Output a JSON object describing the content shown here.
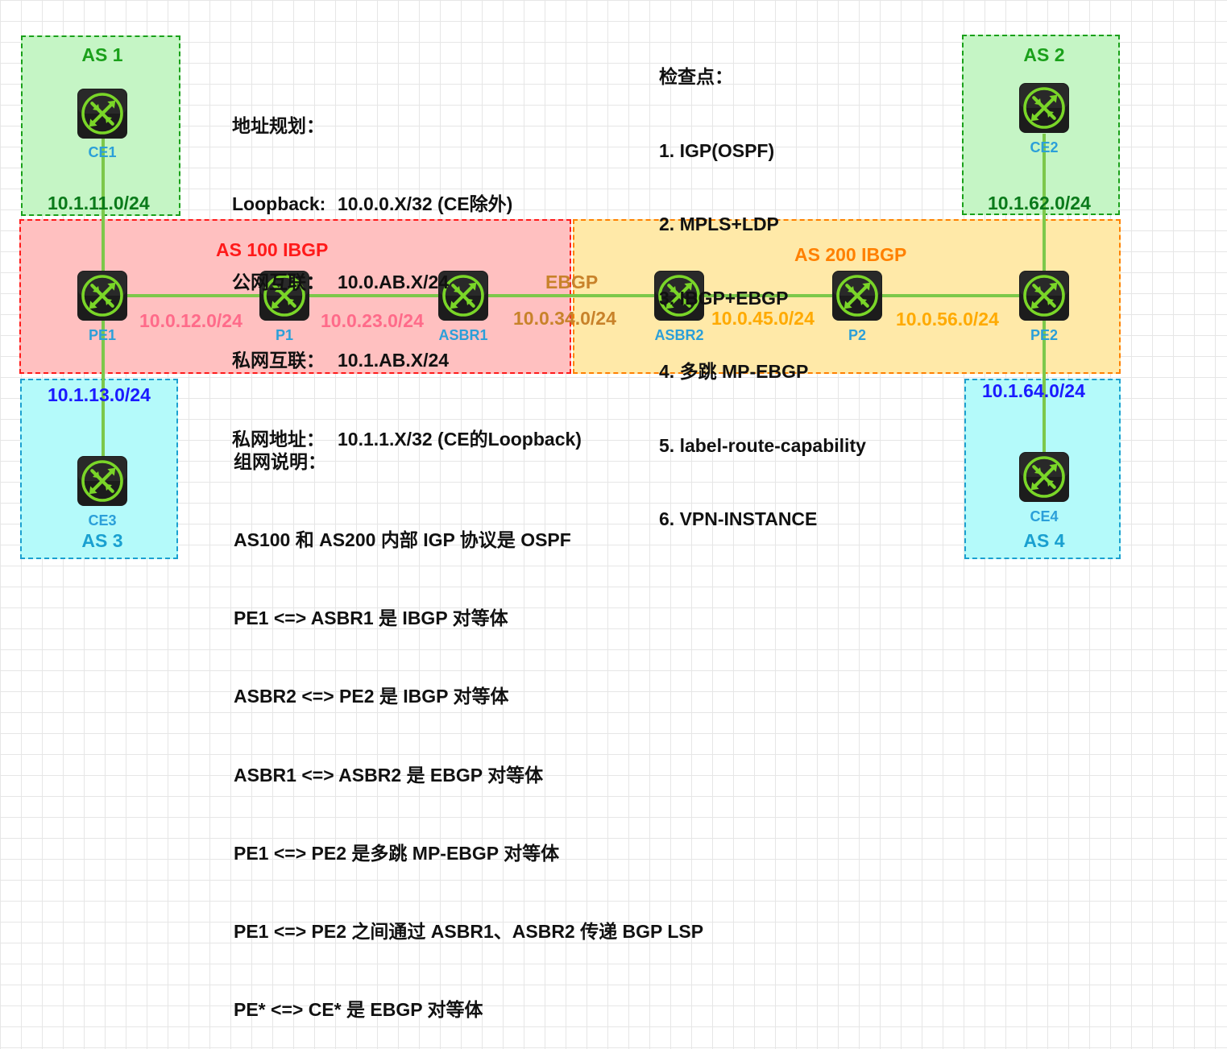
{
  "colors": {
    "link": "#7cc84a",
    "device_label": "#2b9fd9",
    "as1_zone": "#c5f5c5",
    "as2_zone": "#c5f5c5",
    "as100_zone": "#ffc0c0",
    "as200_zone": "#ffe9a8",
    "as3_zone": "#b4fafa",
    "as4_zone": "#b4fafa",
    "router_icon_fill": "#1c1c1c",
    "router_icon_symbol": "#7ad628"
  },
  "zones": {
    "as1": {
      "label": "AS 1",
      "color": "#1aa01a"
    },
    "as2": {
      "label": "AS 2",
      "color": "#1aa01a"
    },
    "as3": {
      "label": "AS 3",
      "color": "#1aa0d0"
    },
    "as4": {
      "label": "AS 4",
      "color": "#1aa0d0"
    },
    "as100": {
      "label": "AS 100   IBGP",
      "color": "#ff1a1a"
    },
    "as200": {
      "label": "AS 200   IBGP",
      "color": "#ff8000"
    }
  },
  "devices": {
    "ce1": {
      "label": "CE1",
      "icon": "router-icon"
    },
    "ce2": {
      "label": "CE2",
      "icon": "router-icon"
    },
    "ce3": {
      "label": "CE3",
      "icon": "router-icon"
    },
    "ce4": {
      "label": "CE4",
      "icon": "router-icon"
    },
    "pe1": {
      "label": "PE1",
      "icon": "router-icon"
    },
    "p1": {
      "label": "P1",
      "icon": "router-icon"
    },
    "asbr1": {
      "label": "ASBR1",
      "icon": "router-icon"
    },
    "asbr2": {
      "label": "ASBR2",
      "icon": "router-icon"
    },
    "p2": {
      "label": "P2",
      "icon": "router-icon"
    },
    "pe2": {
      "label": "PE2",
      "icon": "router-icon"
    }
  },
  "networks": {
    "ce1_pe1": {
      "label": "10.1.11.0/24",
      "color": "#0a7a1a"
    },
    "ce2_pe2": {
      "label": "10.1.62.0/24",
      "color": "#0a7a1a"
    },
    "ce3_pe1": {
      "label": "10.1.13.0/24",
      "color": "#1a1aff"
    },
    "ce4_pe2": {
      "label": "10.1.64.0/24",
      "color": "#1a1aff"
    },
    "pe1_p1": {
      "label": "10.0.12.0/24",
      "color": "#ff6b8a"
    },
    "p1_asbr1": {
      "label": "10.0.23.0/24",
      "color": "#ff6b8a"
    },
    "asbr1_asbr2": {
      "label": "10.0.34.0/24",
      "color": "#c8822a"
    },
    "asbr2_p2": {
      "label": "10.0.45.0/24",
      "color": "#ffaa00"
    },
    "p2_pe2": {
      "label": "10.0.56.0/24",
      "color": "#ffaa00"
    },
    "ebgp": {
      "label": "EBGP",
      "color": "#c8822a"
    }
  },
  "address_plan": {
    "title": "地址规划：",
    "loopback_key": "Loopback:",
    "loopback_value": "10.0.0.X/32 (CE除外)",
    "public_key": "公网互联：",
    "public_value": "10.0.AB.X/24",
    "private_link_key": "私网互联：",
    "private_link_value": "10.1.AB.X/24",
    "private_addr_key": "私网地址：",
    "private_addr_value": "10.1.1.X/32 (CE的Loopback)"
  },
  "checkpoints": {
    "title": "检查点：",
    "items": [
      "1. IGP(OSPF)",
      "2. MPLS+LDP",
      "3. IBGP+EBGP",
      "4. 多跳 MP-EBGP",
      "5. label-route-capability",
      "6. VPN-INSTANCE"
    ]
  },
  "network_notes": {
    "title": "组网说明：",
    "lines": [
      "AS100 和 AS200 内部 IGP 协议是 OSPF",
      "PE1 <=> ASBR1 是 IBGP 对等体",
      "ASBR2 <=> PE2 是 IBGP 对等体",
      "ASBR1 <=> ASBR2 是 EBGP 对等体",
      "PE1 <=> PE2 是多跳 MP-EBGP 对等体",
      "PE1 <=> PE2 之间通过 ASBR1、ASBR2 传递 BGP LSP",
      "PE* <=> CE* 是 EBGP 对等体"
    ]
  }
}
